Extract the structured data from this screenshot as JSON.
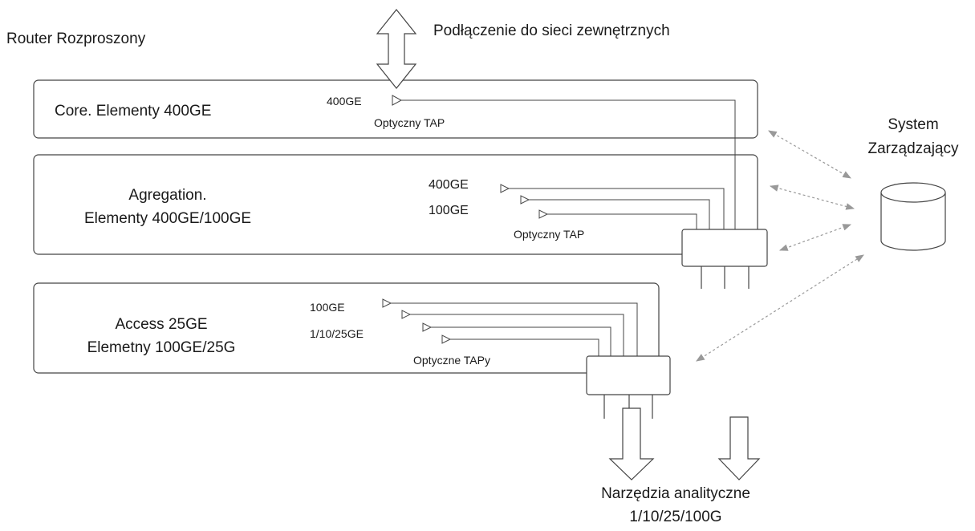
{
  "title": "Router Rozproszony",
  "external": "Podłączenie do sieci zewnętrznych",
  "core": {
    "title": "Core. Elementy 400GE",
    "port": "400GE",
    "tap": "Optyczny TAP"
  },
  "aggregation": {
    "title_line1": "Agregation.",
    "title_line2": "Elementy 400GE/100GE",
    "port1": "400GE",
    "port2": "100GE",
    "tap": "Optyczny TAP"
  },
  "access": {
    "title_line1": "Access 25GE",
    "title_line2": "Elemetny 100GE/25G",
    "port1": "100GE",
    "port2": "1/10/25GE",
    "tap": "Optyczne TAPy"
  },
  "management": {
    "line1": "System",
    "line2": "Zarządzający"
  },
  "tools": {
    "line1": "Narzędzia analityczne",
    "line2": "1/10/25/100G"
  }
}
